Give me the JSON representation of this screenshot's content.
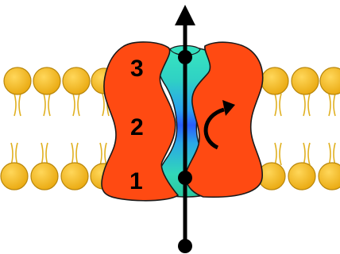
{
  "labels": {
    "site_top": "3",
    "site_middle": "2",
    "site_bottom": "1"
  },
  "colors": {
    "background": "#ffffff",
    "lipid_head": "#f2b81a",
    "lipid_head_outline": "#a87a0a",
    "lipid_tail": "#e8b830",
    "protein": "#ff4a12",
    "protein_outline": "#1a1a1a",
    "channel_teal": "#2fd7b5",
    "channel_blue": "#2a5cff",
    "arrow": "#000000"
  },
  "icons": {
    "rotation": "curved-arrow-icon",
    "transport_path": "transport-arrow-icon"
  }
}
